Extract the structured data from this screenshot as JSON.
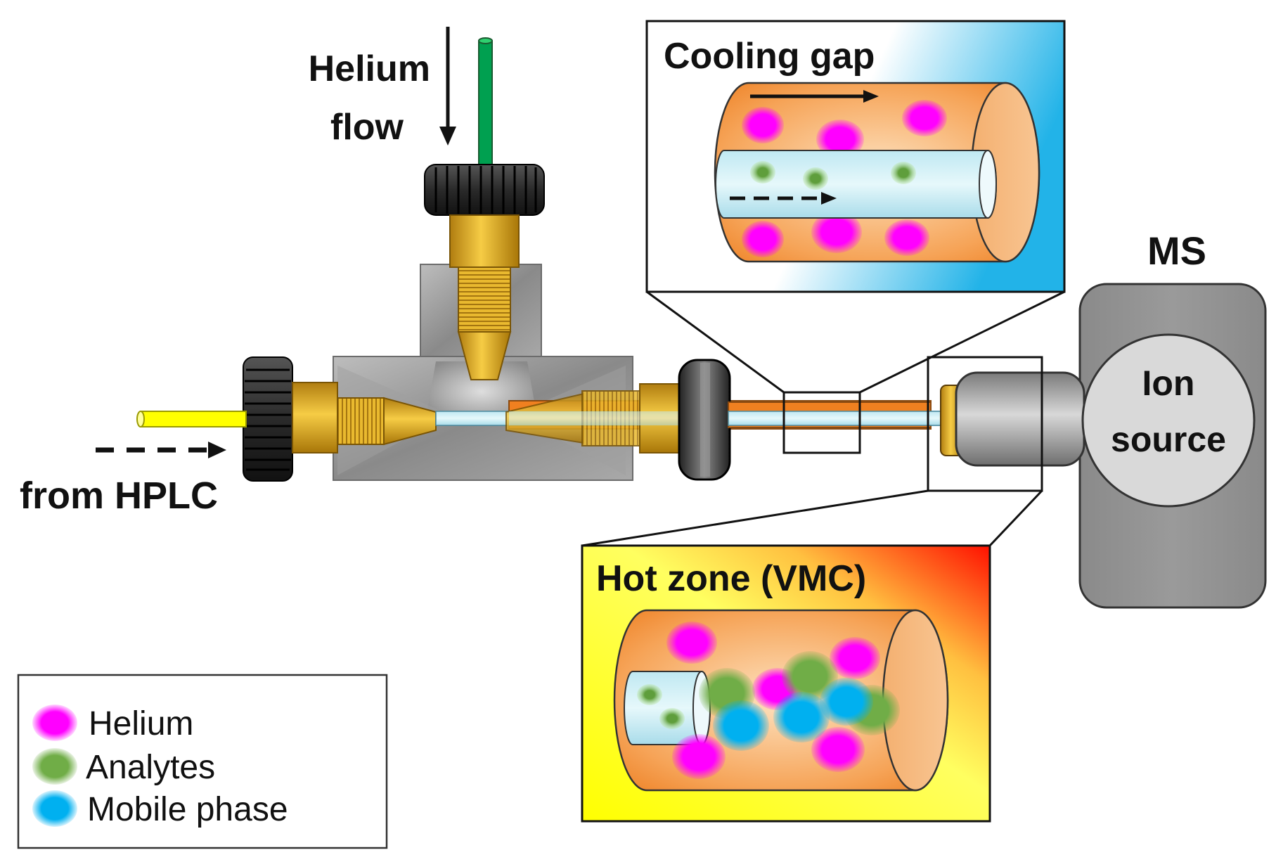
{
  "labels": {
    "helium_flow_line1": "Helium",
    "helium_flow_line2": "flow",
    "from_hplc": "from HPLC",
    "cooling_gap": "Cooling gap",
    "hot_zone": "Hot zone (VMC)",
    "ms": "MS",
    "ion_line1": "Ion",
    "ion_line2": "source"
  },
  "legend": [
    {
      "label": "Helium",
      "color": "#ff00ff"
    },
    {
      "label": "Analytes",
      "color": "#70ad47"
    },
    {
      "label": "Mobile phase",
      "color": "#00b0f0"
    }
  ],
  "colors": {
    "helium": "#ff00ff",
    "analyte": "#70ad47",
    "mobile_phase": "#00b0f0",
    "brass": "#e8b020",
    "capillary": "#f08020",
    "green_tube": "#00a050",
    "yellow_tube": "#ffff00"
  }
}
